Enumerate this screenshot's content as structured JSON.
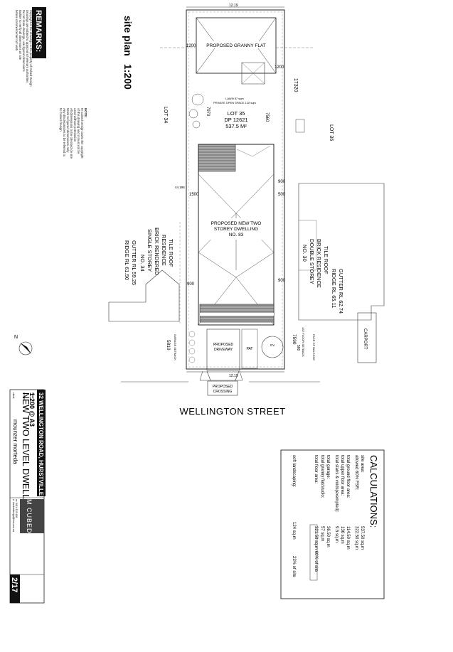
{
  "sheet": {
    "title": "site plan",
    "scale": "1:200",
    "street": "WELLINGTON STREET"
  },
  "remarks": {
    "heading": "REMARKS:",
    "lines": [
      "Copyright of the drawings is the property of Cubed Design",
      "Drawings are subject to approval of relevant authorities",
      "Do not scale drawings, use figured dimensions",
      "Builder to verify all dimensions on site",
      "before commencement of work"
    ]
  },
  "note": {
    "heading": "NOTE:",
    "lines": [
      "M Cubed Design owns the copyright",
      "of this drawing and it must not be",
      "used without permission",
      "All dimensions to be checked on site",
      "Work to figured dimensions only",
      "Any discrepancies to be referred to",
      "M Cubed Design"
    ]
  },
  "plan": {
    "granny_flat": "PROPOSED GRANNY FLAT",
    "dwelling": [
      "PROPOSED NEW TWO",
      "STOREY DWELLING",
      "NO. 83"
    ],
    "lot_main": [
      "LOT 35",
      "DP 12621",
      "537.5 M²"
    ],
    "lot_left": "LOT 34",
    "lot_right": "LOT 36",
    "open_space": [
      "LAWN 87 sqm",
      "PRIVATE OPEN SPACE 120 sqm"
    ],
    "left_house": [
      "RIDGE RL 61.50",
      "GUTTER RL 59.25",
      "NO. 34",
      "SINGLE STOREY",
      "BRICK RENDERED",
      "RESIDENCE",
      "TILE ROOF"
    ],
    "right_house": [
      "NO. 30",
      "DOUBLE STOREY",
      "BRICK RESIDENCE",
      "TILE ROOF",
      "RIDGE RL 65.11",
      "GUTTER RL 62.74"
    ],
    "driveway": [
      "PROPOSED",
      "DRIVEWAY"
    ],
    "pat": "PAT",
    "crossing": [
      "PROPOSED",
      "CROSSING"
    ],
    "carport": "CARPORT",
    "garage_setback": "GARAGE SETBACK",
    "front_setback": "1ST FLOOR SETBACK",
    "face_balcony": "FACE OF BALCONY",
    "gv": "GV",
    "dims": {
      "top": "12.19",
      "bottom": "12.19",
      "right_total": "17320",
      "d1200a": "1200",
      "d1200b": "1200",
      "d7970": "7970",
      "d7560": "7560",
      "d1500": "1500",
      "d500": "500",
      "d900a": "900",
      "d900b": "900",
      "d900c": "900",
      "d5810": "5810",
      "d7590": "7590",
      "d44195": "44.195",
      "d580": "580"
    }
  },
  "calc": {
    "heading": "CALCULATIONS:",
    "rows": [
      {
        "label": "site area:",
        "value": "537.50 sq.m"
      },
      {
        "label": "allowed 60% FSR:",
        "value": "322.50 sq.m"
      },
      {
        "label": "total ground floor area:",
        "value": "114.50 sq.m"
      },
      {
        "label": "total upper floor area:",
        "value": "136 sq.m"
      },
      {
        "label": "total stairs & voids(exempted):",
        "value": "9.5 sq.m"
      },
      {
        "label": "total garage:",
        "value": "36.50 sq.m"
      },
      {
        "label": "total granny flat/studio:",
        "value": "57 sq.m"
      },
      {
        "label": "total floor area:",
        "value": "321.50 sq.m  60% of site"
      }
    ],
    "soft_label": "soft landscaping:",
    "soft_value": "124 sq.m",
    "soft_pct": "23% of site"
  },
  "titleblock": {
    "address": "32 WELLINGTON ROAD, HURSTVILLE",
    "scale_line": "scale:",
    "scale_value": "1:200 @ A3",
    "project_line": "project:",
    "project": "NEW TWO LEVEL DWELLING",
    "client_line": "client:",
    "client": "mounzer morteda",
    "company": "M CUBED DESIGN",
    "contact": [
      "m: 0414 123 456",
      "e: mcubedesign@live.com.au"
    ],
    "sheet_no": "2/17"
  }
}
